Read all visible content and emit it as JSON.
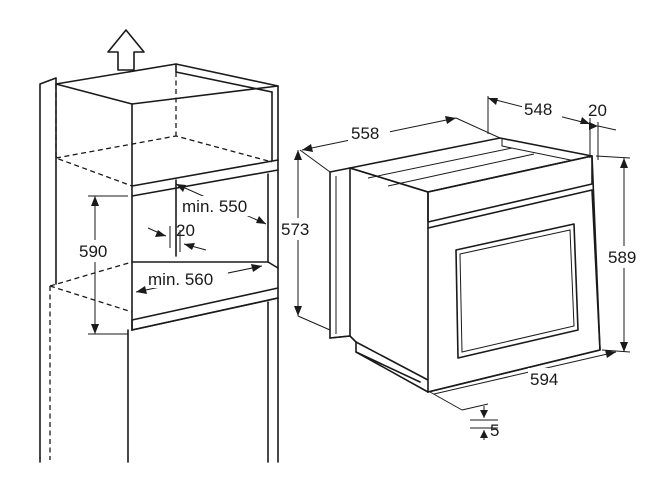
{
  "cabinet": {
    "height_label": "590",
    "depth_label": "min. 550",
    "gap_label": "20",
    "width_label": "min. 560"
  },
  "oven": {
    "depth_label": "558",
    "body_depth_label": "548",
    "front_depth_label": "20",
    "left_height_label": "573",
    "right_height_label": "589",
    "width_label": "594",
    "bottom_gap_label": "5"
  }
}
